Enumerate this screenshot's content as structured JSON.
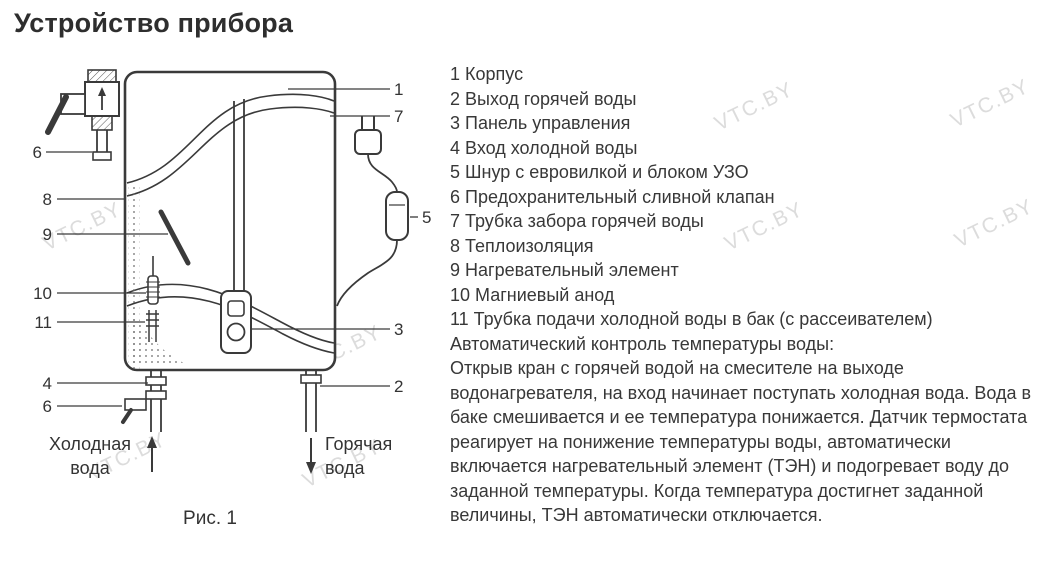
{
  "title": "Устройство прибора",
  "watermark": {
    "text": "VTC.BY"
  },
  "diagram": {
    "caption": "Рис. 1",
    "cold_water": {
      "line1": "Холодная",
      "line2": "вода"
    },
    "hot_water": {
      "line1": "Горячая",
      "line2": "вода"
    },
    "callouts": {
      "c1": "1",
      "c2": "2",
      "c3": "3",
      "c4": "4",
      "c5": "5",
      "c6_top": "6",
      "c6_bottom": "6",
      "c7": "7",
      "c8": "8",
      "c9": "9",
      "c10": "10",
      "c11": "11"
    }
  },
  "legend": {
    "items": [
      "1 Корпус",
      "2 Выход горячей воды",
      "3 Панель управления",
      "4 Вход холодной воды",
      "5 Шнур с евровилкой и блоком УЗО",
      "6 Предохранительный сливной клапан",
      "7 Трубка забора горячей воды",
      "8 Теплоизоляция",
      "9 Нагревательный элемент",
      "10 Магниевый анод",
      "11 Трубка подачи холодной воды в бак (с рассеивателем)"
    ]
  },
  "description": {
    "heading": "Автоматический контроль температуры воды:",
    "body": "Открыв кран с горячей водой на смесителе на выходе водонагревателя, на вход начинает поступать холодная вода. Вода в баке смешивается и ее температура понижается. Датчик термостата реагирует на понижение температуры воды, автоматически включается нагревательный элемент (ТЭН) и подогревает воду до заданной температуры. Когда температура достигнет заданной величины, ТЭН автоматически отключается."
  }
}
